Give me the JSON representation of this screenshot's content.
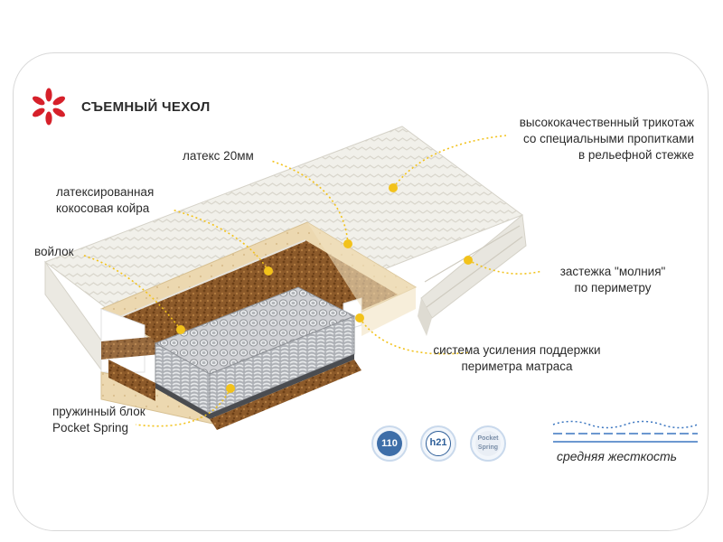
{
  "title": "СЪЕМНЫЙ ЧЕХОЛ",
  "callouts": {
    "latex": "латекс 20мм",
    "coconut": [
      "латексированная",
      "кокосовая койра"
    ],
    "felt": "войлок",
    "springs": [
      "пружинный блок",
      "Pocket Spring"
    ],
    "knit": [
      "высококачественный трикотаж",
      "со специальными пропитками",
      "в рельефной стежке"
    ],
    "zipper": [
      "застежка \"молния\"",
      "по периметру"
    ],
    "support": [
      "система усиления поддержки",
      "периметра матраса"
    ]
  },
  "badges": {
    "weight": "110",
    "height": "h21",
    "spring": "Pocket Spring"
  },
  "stiffness": "средняя жесткость",
  "colors": {
    "accent_red": "#d6202a",
    "callout_yellow": "#f2c21b",
    "badge_blue": "#3e6ea8",
    "wave_blue": "#3b76c0"
  }
}
